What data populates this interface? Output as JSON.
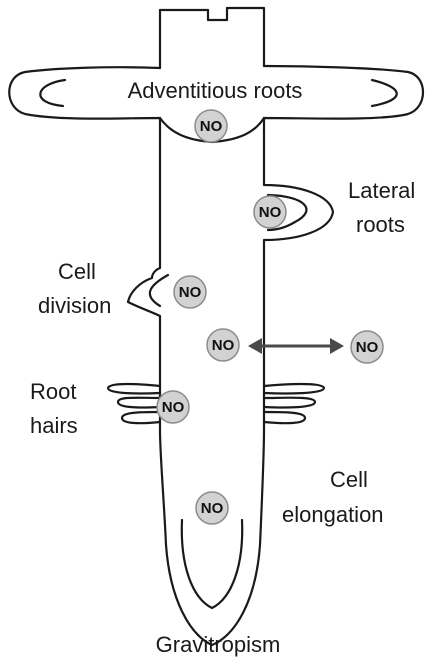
{
  "labels": {
    "adventitious_roots": "Adventitious roots",
    "lateral_roots_line1": "Lateral",
    "lateral_roots_line2": "roots",
    "cell_division_line1": "Cell",
    "cell_division_line2": "division",
    "root_hairs_line1": "Root",
    "root_hairs_line2": "hairs",
    "cell_elongation_line1": "Cell",
    "cell_elongation_line2": "elongation",
    "gravitropism": "Gravitropism"
  },
  "badges": {
    "no_text": "NO"
  },
  "colors": {
    "outline": "#1a1a1a",
    "badge_fill": "#d2d2d2",
    "badge_stroke": "#8c8c8c",
    "arrow": "#4a4a4a"
  }
}
